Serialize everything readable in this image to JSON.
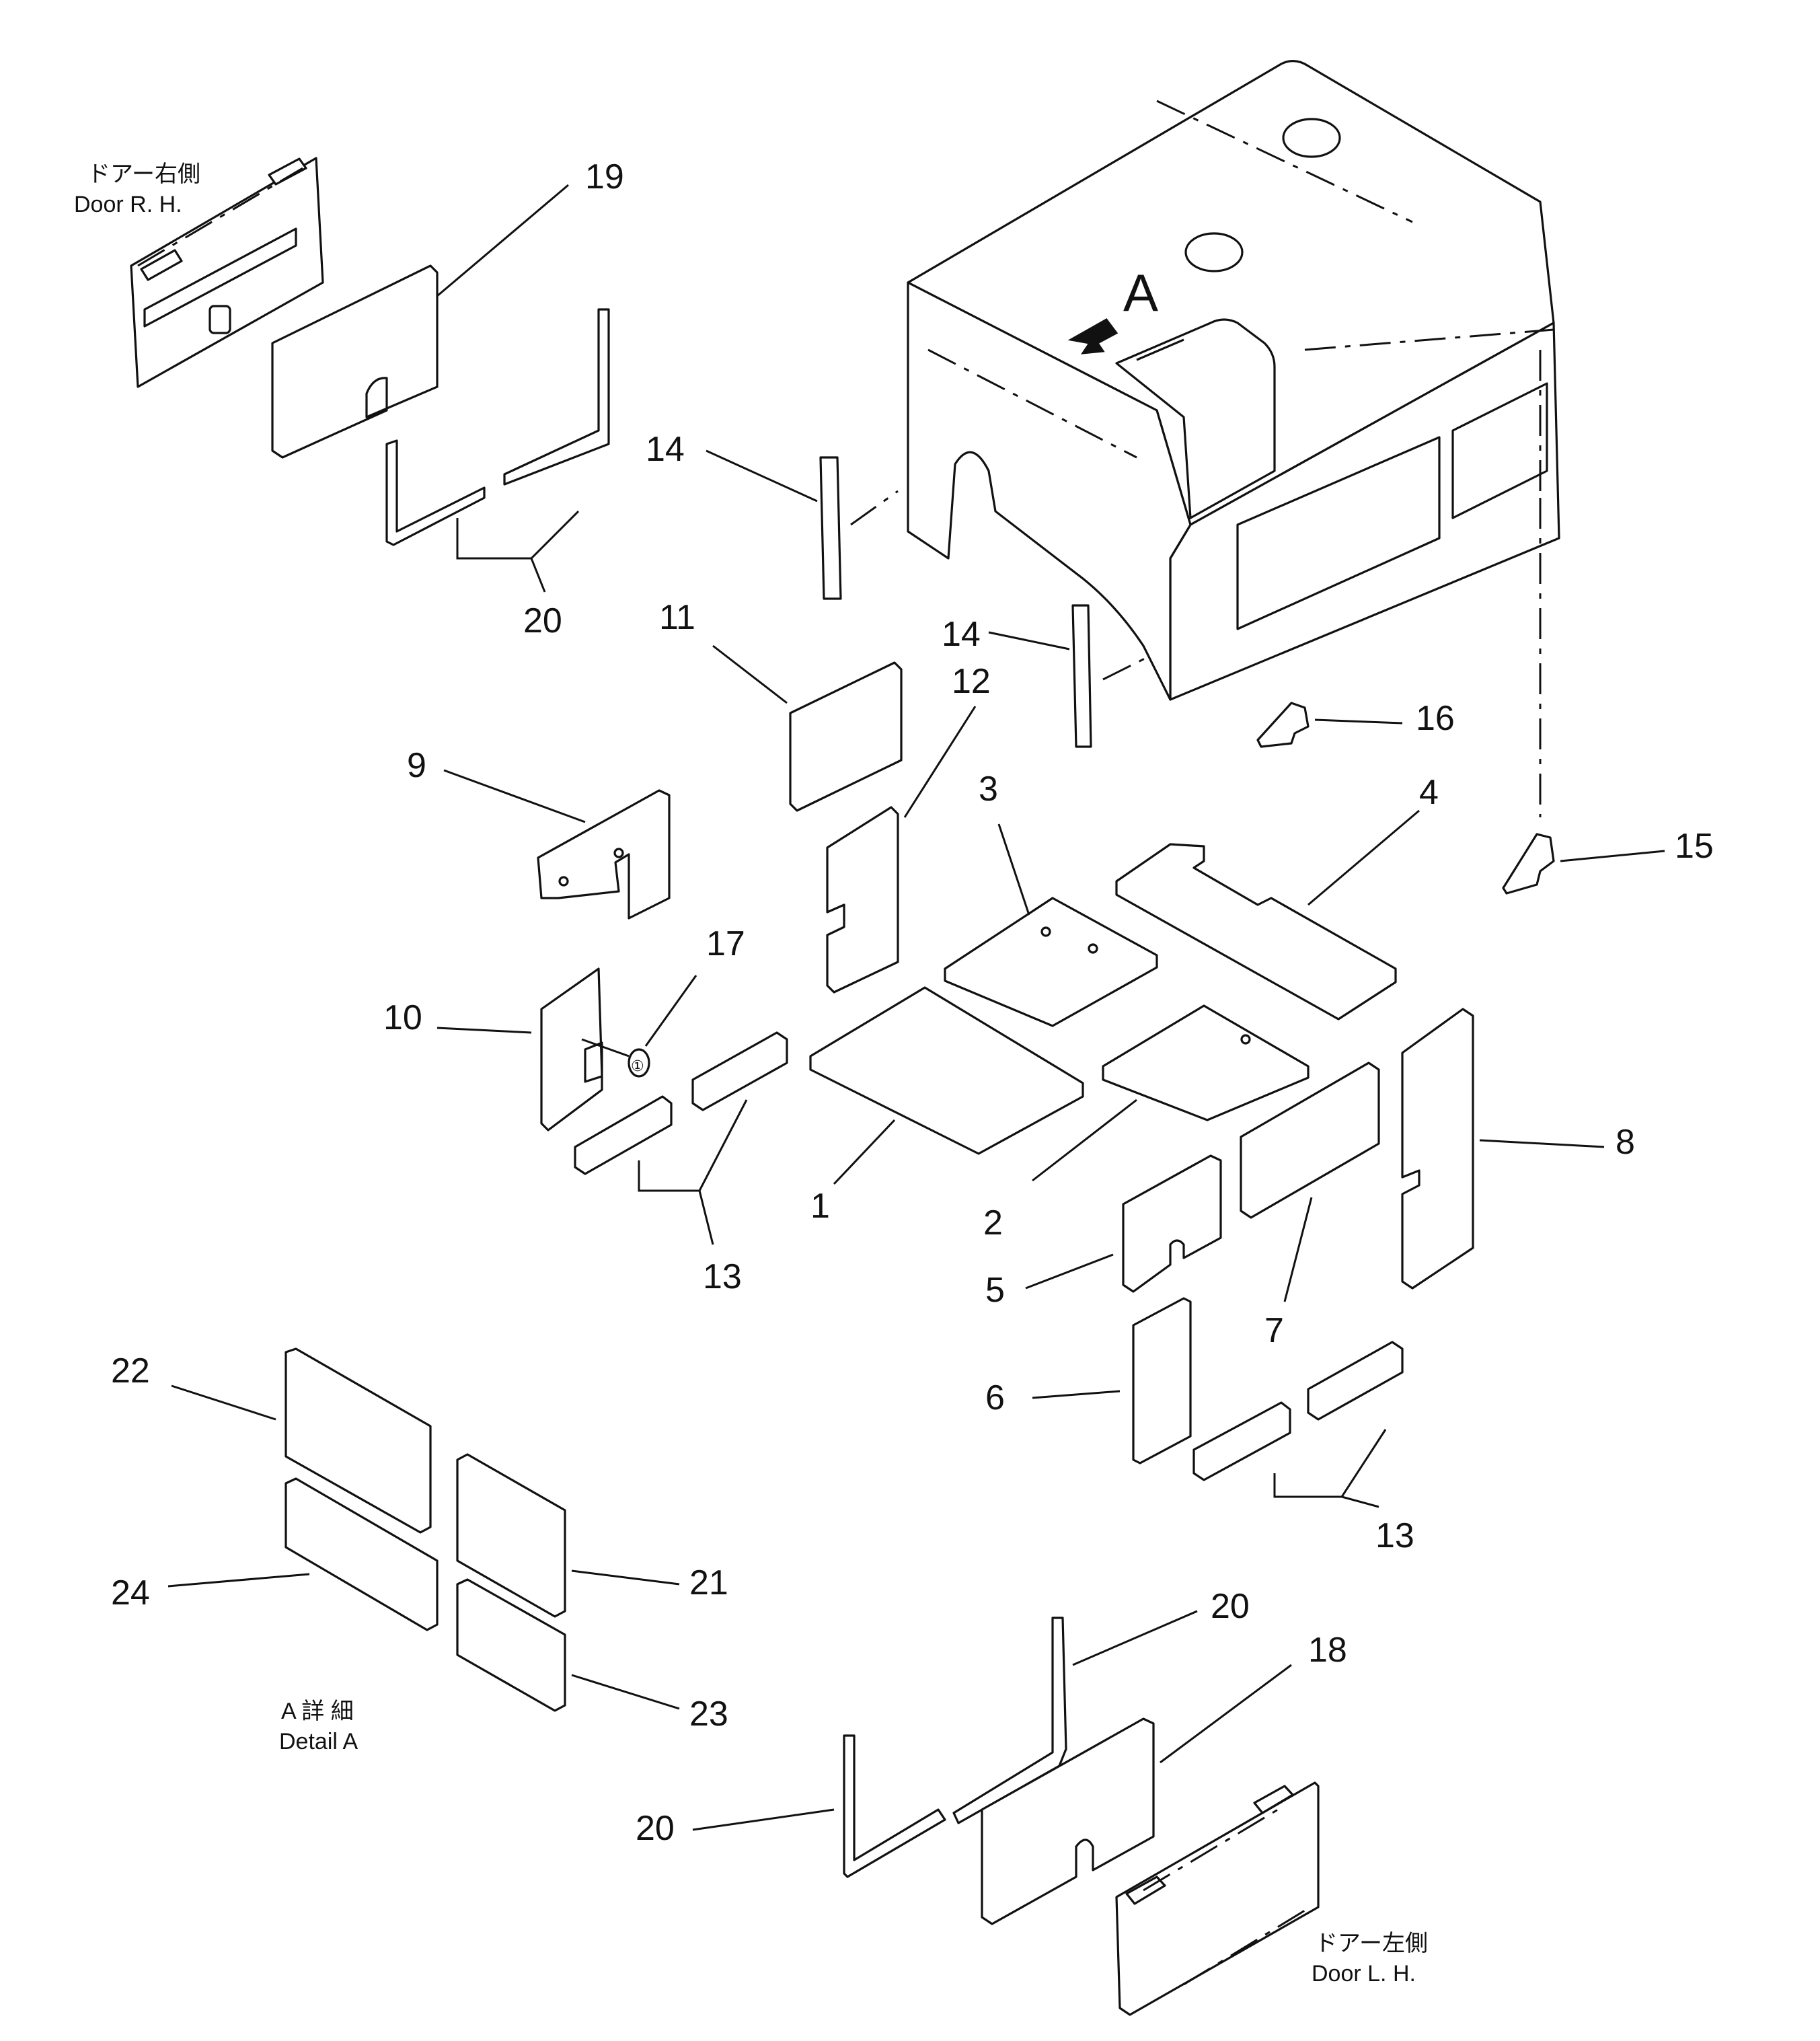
{
  "captions": {
    "door_rh_jp": "ドアー右側",
    "door_rh_en": "Door R. H.",
    "door_lh_jp": "ドアー左側",
    "door_lh_en": "Door L. H.",
    "detail_jp": "A 詳 細",
    "detail_en": "Detail A",
    "view_letter": "A"
  },
  "callouts": {
    "c1": "1",
    "c2": "2",
    "c3": "3",
    "c4": "4",
    "c5": "5",
    "c6": "6",
    "c7": "7",
    "c8": "8",
    "c9": "9",
    "c10": "10",
    "c11": "11",
    "c12": "12",
    "c13a": "13",
    "c13b": "13",
    "c14a": "14",
    "c14b": "14",
    "c15": "15",
    "c16": "16",
    "c17": "17",
    "c17_mark": "①",
    "c18": "18",
    "c19": "19",
    "c20a": "20",
    "c20b": "20",
    "c20c": "20",
    "c21": "21",
    "c22": "22",
    "c23": "23",
    "c24": "24"
  }
}
